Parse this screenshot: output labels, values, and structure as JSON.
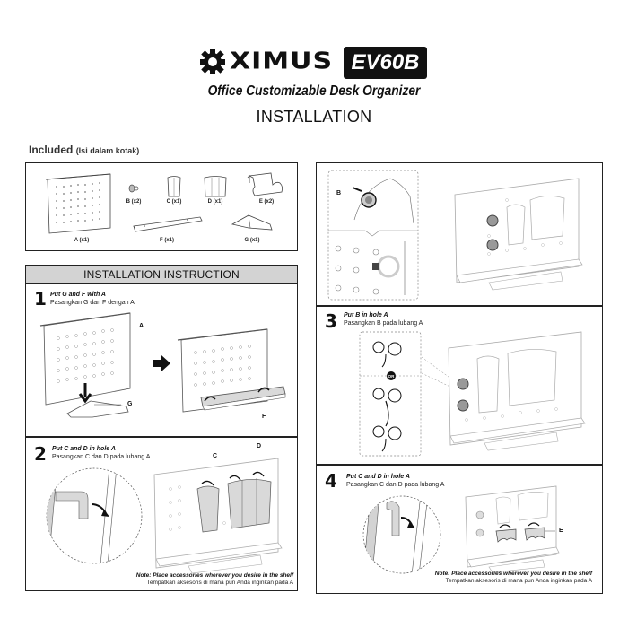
{
  "header": {
    "brand": "XIMUS",
    "model": "EV60B",
    "product_name": "Office Customizable Desk Organizer",
    "section_title": "INSTALLATION"
  },
  "included": {
    "label": "Included",
    "label_sub": "(Isi dalam kotak)",
    "parts": [
      {
        "id": "A",
        "label": "A (x1)"
      },
      {
        "id": "B",
        "label": "B (x2)"
      },
      {
        "id": "C",
        "label": "C (x1)"
      },
      {
        "id": "D",
        "label": "D (x1)"
      },
      {
        "id": "E",
        "label": "E (x2)"
      },
      {
        "id": "F",
        "label": "F (x1)"
      },
      {
        "id": "G",
        "label": "G (x1)"
      }
    ]
  },
  "instructions": {
    "header": "INSTALLATION INSTRUCTION",
    "steps": [
      {
        "num": "1",
        "title": "Put G and F with A",
        "subtitle": "Pasangkan G dan F dengan A",
        "callouts": [
          "A",
          "G",
          "F"
        ]
      },
      {
        "num": "2",
        "title": "Put C and D in hole A",
        "subtitle": "Pasangkan C dan D pada lubang A",
        "callouts": [
          "C",
          "D"
        ],
        "note": "Note: Place accessories wherever you desire in the shelf",
        "note_sub": "Tempatkan aksesoris di mana pun Anda inginkan pada A"
      },
      {
        "num": "3",
        "title": "Put B in hole A",
        "subtitle": "Pasangkan B pada lubang A",
        "callouts": [
          "B"
        ],
        "or_label": "OR"
      },
      {
        "num": "4",
        "title": "Put C and D in hole A",
        "subtitle": "Pasangkan C dan D pada lubang A",
        "callouts": [
          "E"
        ],
        "note": "Note: Place accessories wherever you desire in the shelf",
        "note_sub": "Tempatkan aksesoris di mana pun Anda inginkan pada A"
      }
    ]
  },
  "colors": {
    "ink": "#111111",
    "header_band": "#d3d3d3",
    "part_fill": "#d9d9d9"
  }
}
